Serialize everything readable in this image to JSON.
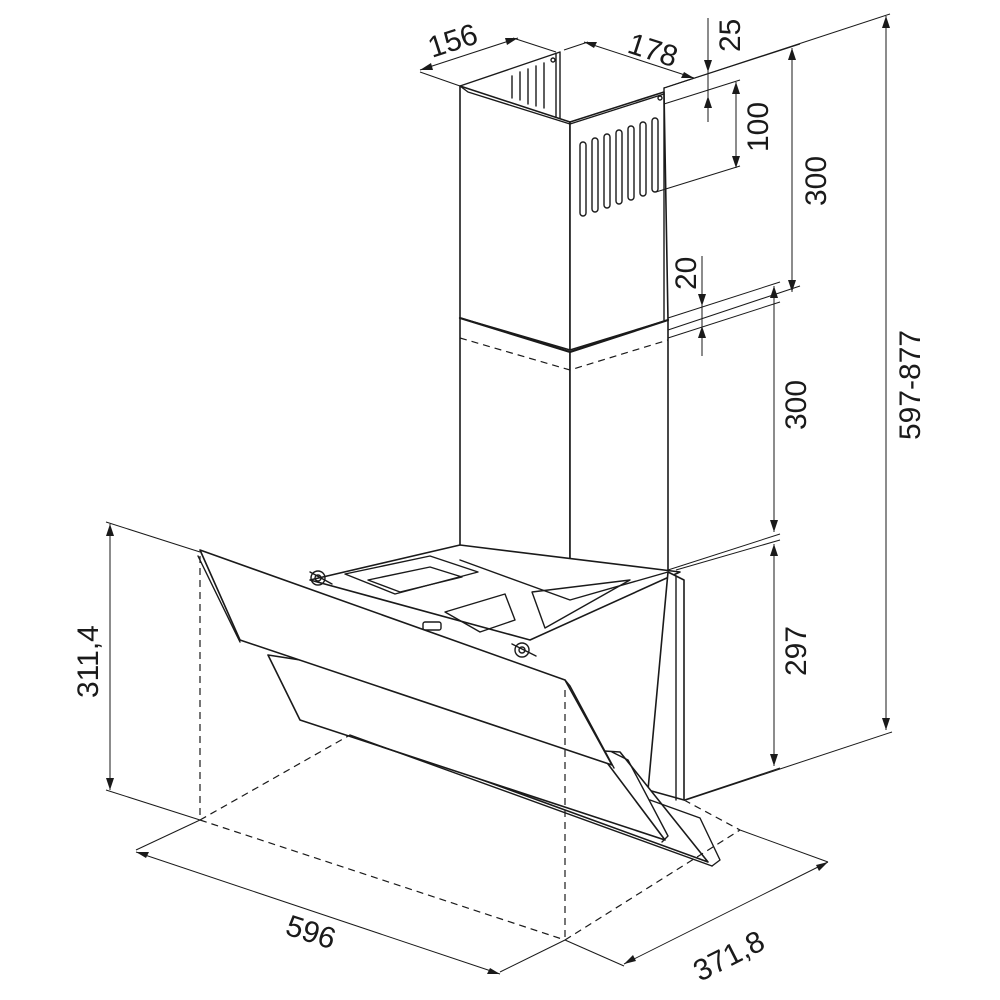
{
  "dimensions": {
    "chimney_width": "156",
    "chimney_depth": "178",
    "top_offset": "25",
    "vent_height": "100",
    "upper_chimney_height": "300",
    "overlap": "20",
    "lower_chimney_height": "300",
    "hood_height": "297",
    "total_height": "597-877",
    "glass_height": "311,4",
    "hood_width": "596",
    "hood_depth": "371,8"
  }
}
